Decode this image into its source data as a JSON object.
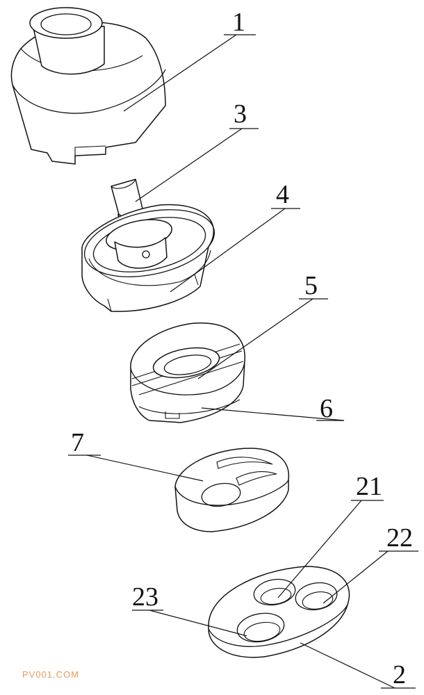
{
  "labels": {
    "l1": "1",
    "l3": "3",
    "l4": "4",
    "l5": "5",
    "l6": "6",
    "l7": "7",
    "l21": "21",
    "l22": "22",
    "l23": "23",
    "l2": "2"
  },
  "watermark": "PV001.COM",
  "colors": {
    "line": "#111111",
    "watermark": "#e79a5a",
    "background": "#ffffff"
  }
}
